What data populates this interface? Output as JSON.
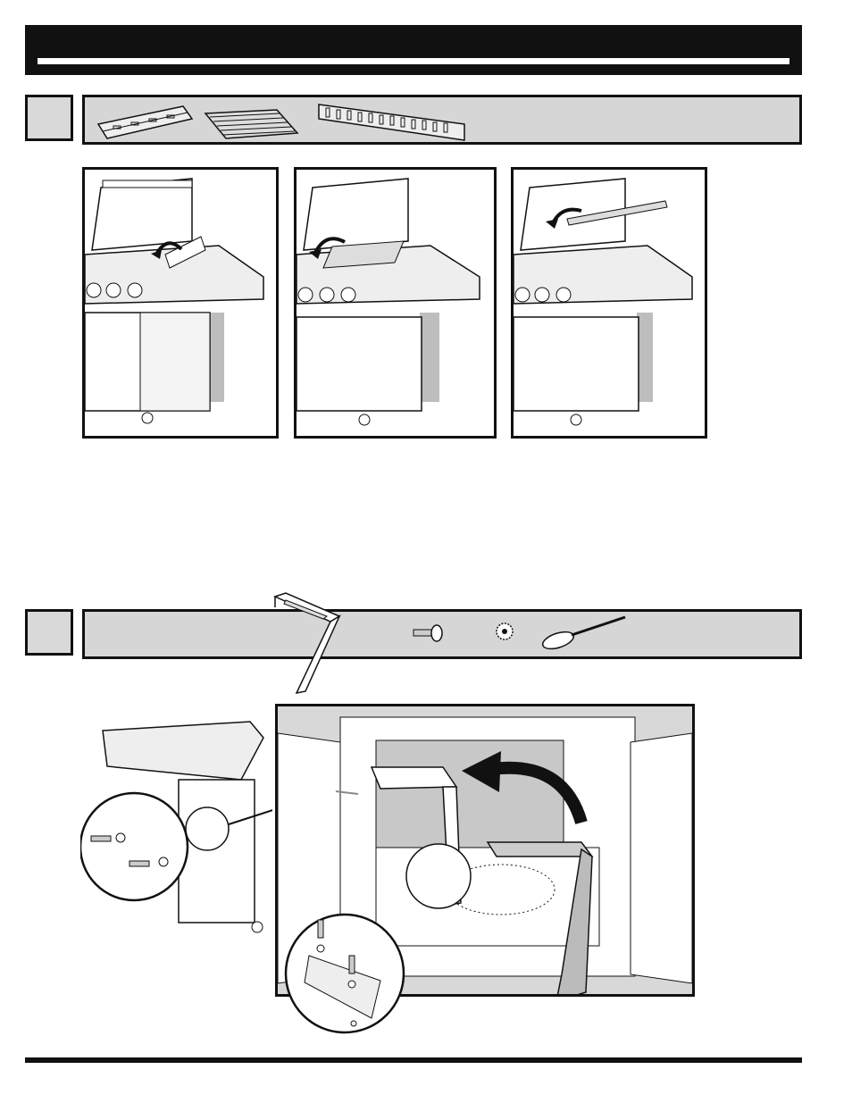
{
  "page": {
    "header_title": "",
    "footer_text": ""
  },
  "steps": [
    {
      "number": "",
      "parts": [
        {
          "icon": "heat-tent-icon"
        },
        {
          "icon": "cooking-grate-icon"
        },
        {
          "icon": "warming-rack-icon"
        }
      ],
      "panels": [
        {
          "name": "install-heat-tents"
        },
        {
          "name": "install-cooking-grates"
        },
        {
          "name": "install-warming-rack"
        }
      ]
    },
    {
      "number": "",
      "parts": [
        {
          "icon": "tank-bracket-icon"
        },
        {
          "icon": "screw-icon"
        },
        {
          "icon": "lock-washer-icon"
        },
        {
          "icon": "screwdriver-icon"
        }
      ],
      "panels": [
        {
          "name": "side-panel-screw-detail"
        },
        {
          "name": "cart-interior-bracket-install"
        }
      ]
    }
  ],
  "colors": {
    "black": "#111111",
    "bar_gray": "#d6d6d6",
    "shadow_gray": "#bdbdbd"
  }
}
